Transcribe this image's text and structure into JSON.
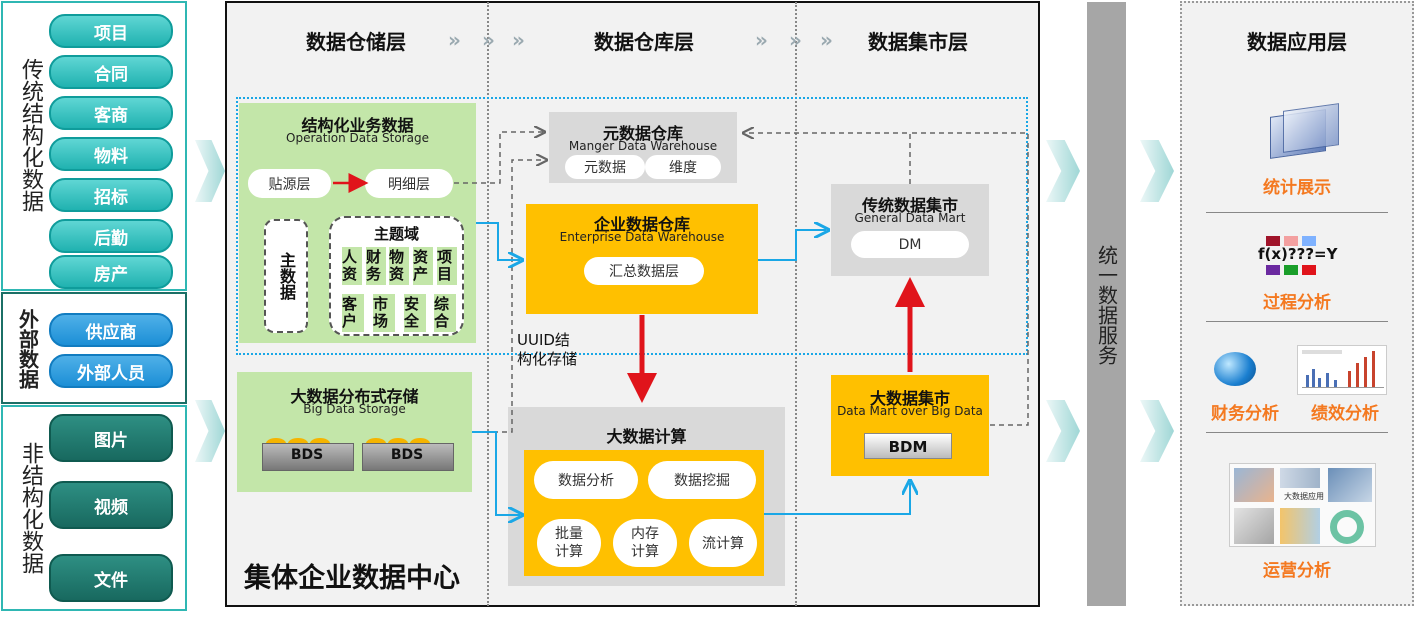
{
  "sources": {
    "traditional": {
      "label": "传统结构化数据",
      "items": [
        "项目",
        "合同",
        "客商",
        "物料",
        "招标",
        "后勤",
        "房产"
      ]
    },
    "external": {
      "label": "外部数据",
      "items": [
        "供应商",
        "外部人员"
      ]
    },
    "unstructured": {
      "label": "非结构化数据",
      "items": [
        "图片",
        "视频",
        "文件"
      ]
    }
  },
  "layers": {
    "storage": "数据仓储层",
    "warehouse": "数据仓库层",
    "mart": "数据集市层",
    "application": "数据应用层"
  },
  "ods": {
    "title": "结构化业务数据",
    "subtitle": "Operation Data Storage",
    "source_layer": "贴源层",
    "detail_layer": "明细层",
    "subject_main": "主数据",
    "subject_domain": "主题域",
    "domains": [
      "人资",
      "财务",
      "物资",
      "资产",
      "项目",
      "客户",
      "市场",
      "安全",
      "综合"
    ]
  },
  "bigdata_storage": {
    "title": "大数据分布式存储",
    "subtitle": "Big Data Storage",
    "bds": "BDS"
  },
  "meta": {
    "title": "元数据仓库",
    "subtitle": "Manger Data Warehouse",
    "items": [
      "元数据",
      "维度"
    ]
  },
  "edw": {
    "title": "企业数据仓库",
    "subtitle": "Enterprise Data Warehouse",
    "item": "汇总数据层"
  },
  "uuid_note": "UUID结构化存储",
  "compute": {
    "title": "大数据计算",
    "items": [
      "数据分析",
      "数据挖掘",
      "批量计算",
      "内存计算",
      "流计算"
    ]
  },
  "gdm": {
    "title": "传统数据集市",
    "subtitle": "General Data Mart",
    "item": "DM"
  },
  "bdm": {
    "title": "大数据集市",
    "subtitle": "Data Mart over Big Data",
    "item": "BDM"
  },
  "center_title": "集体企业数据中心",
  "service": "统一数据服务",
  "apps": {
    "stat": "统计展示",
    "process": "过程分析",
    "formula": "f(x)???=Y",
    "finance": "财务分析",
    "perf": "绩效分析",
    "ops": "运营分析",
    "ops_thumb_label": "大数据应用"
  },
  "colors": {
    "teal": "#20b2b0",
    "blue": "#1c8fd6",
    "dark_teal": "#18695f",
    "yellow": "#ffc000",
    "green": "#c3e6a9",
    "orange_text": "#f47920",
    "red": "#e0141b",
    "cyan_line": "#1aa7e6"
  }
}
